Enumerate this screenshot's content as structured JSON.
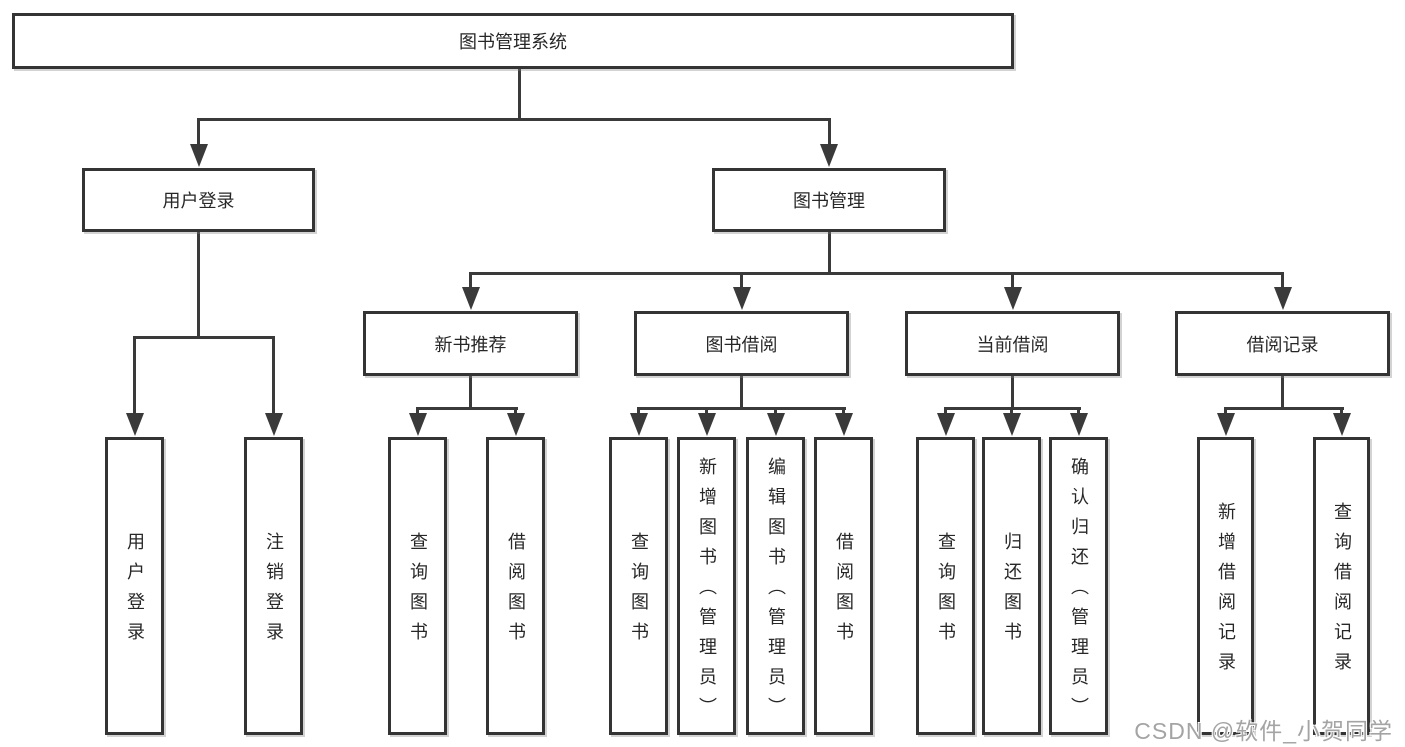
{
  "colors": {
    "line": "#3a3a3a",
    "box_border": "#343434",
    "box_background": "#ffffff",
    "text": "#272727",
    "watermark_text": "#a4a4a4",
    "page_background": "#ffffff"
  },
  "watermark": "CSDN @软件_小贺同学",
  "tree": {
    "label": "图书管理系统",
    "children": [
      {
        "label": "用户登录",
        "children": [
          {
            "label": "用户登录"
          },
          {
            "label": "注销登录"
          }
        ]
      },
      {
        "label": "图书管理",
        "children": [
          {
            "label": "新书推荐",
            "children": [
              {
                "label": "查询图书"
              },
              {
                "label": "借阅图书"
              }
            ]
          },
          {
            "label": "图书借阅",
            "children": [
              {
                "label": "查询图书"
              },
              {
                "label": "新增图书（管理员）"
              },
              {
                "label": "编辑图书（管理员）"
              },
              {
                "label": "借阅图书"
              }
            ]
          },
          {
            "label": "当前借阅",
            "children": [
              {
                "label": "查询图书"
              },
              {
                "label": "归还图书"
              },
              {
                "label": "确认归还（管理员）"
              }
            ]
          },
          {
            "label": "借阅记录",
            "children": [
              {
                "label": "新增借阅记录"
              },
              {
                "label": "查询借阅记录"
              }
            ]
          }
        ]
      }
    ]
  }
}
